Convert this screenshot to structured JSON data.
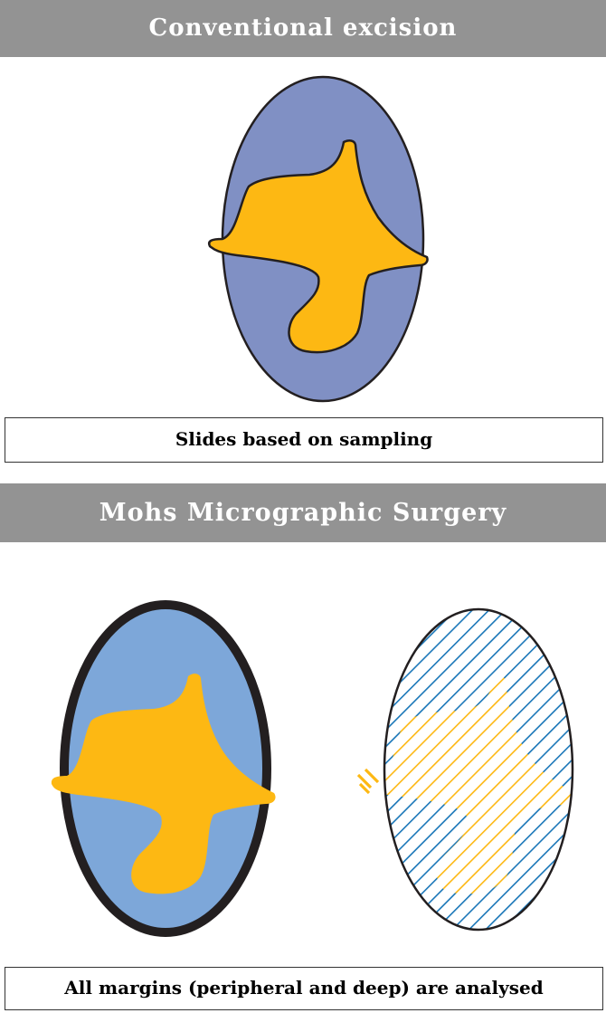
{
  "panels": [
    {
      "title": "Conventional excision",
      "caption": "Slides based on sampling"
    },
    {
      "title": "Mohs Micrographic Surgery",
      "caption": "All margins (peripheral and deep) are analysed"
    }
  ],
  "colors": {
    "header_bg": "#939393",
    "specimen_conventional": "#8090c4",
    "specimen_mohs": "#7da7d9",
    "tumour": "#fdb813",
    "hatch_blue": "#1976b8",
    "hatch_tumour": "#fdb813",
    "outline": "#231f20"
  }
}
